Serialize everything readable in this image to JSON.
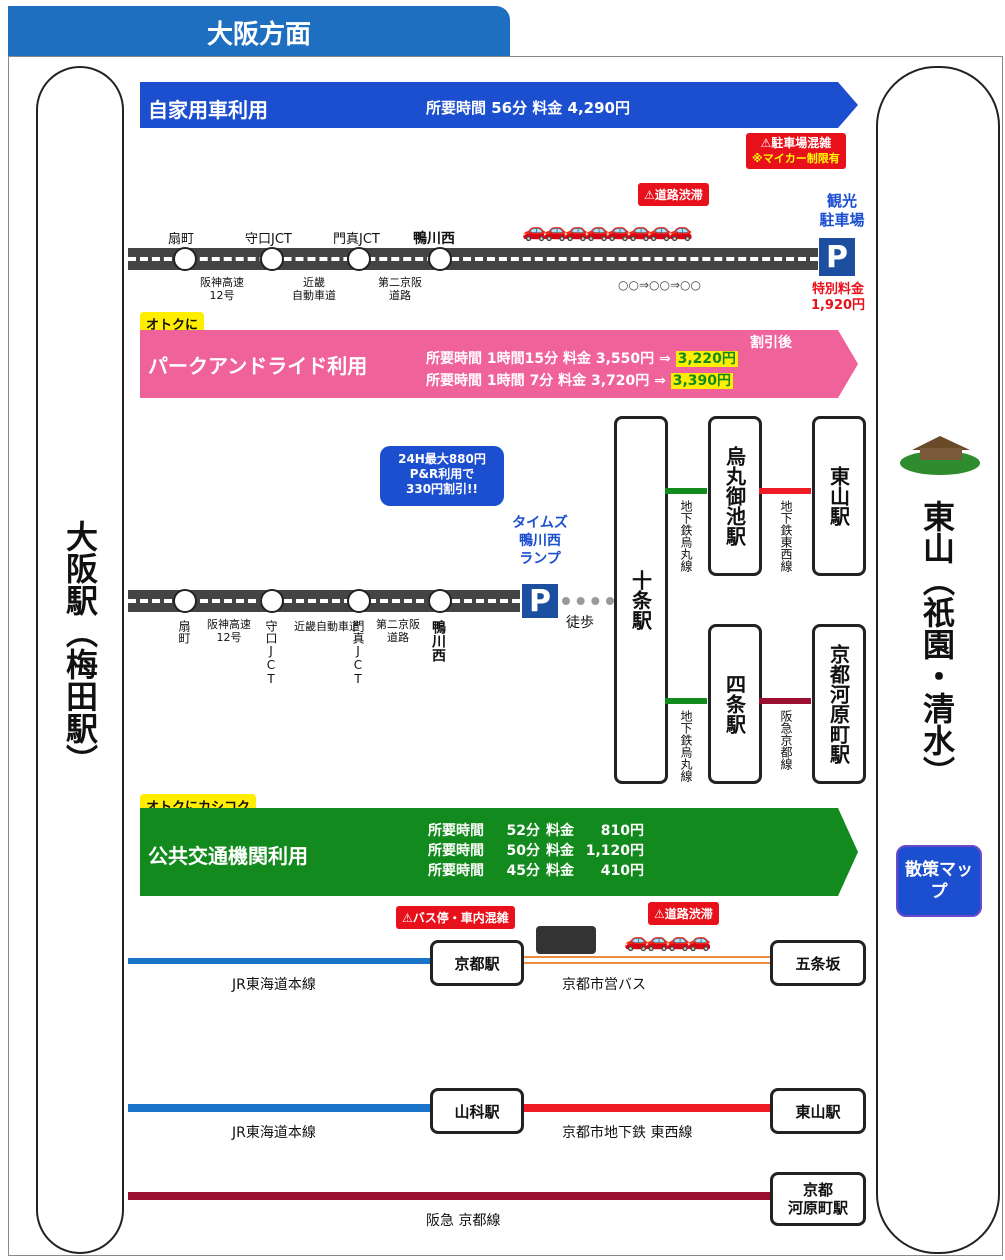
{
  "header": {
    "tab_title": "大阪方面"
  },
  "left_terminal": "大阪駅（梅田駅）",
  "right_terminal": "東山（祇園・清水）",
  "map_button": "散策マップ",
  "car": {
    "label": "自家用車利用",
    "summary": "所要時間 56分  料金 4,290円",
    "nodes": [
      "扇町",
      "守口JCT",
      "門真JCT",
      "鴨川西"
    ],
    "segments": [
      "阪神高速\n12号",
      "近畿\n自動車道",
      "第二京阪\n道路"
    ],
    "congestion_note": "道路渋滞",
    "parking_warning": "駐車場混雑",
    "parking_subwarning": "※マイカー制限有",
    "parking_name": "観光\n駐車場",
    "special_fee": "特別料金\n1,920円",
    "route_placeholder": "○○⇒○○⇒○○"
  },
  "park_ride": {
    "badge": "オトクに",
    "label": "パークアンドライド利用",
    "discount_header": "割引後",
    "rows": [
      {
        "text": "所要時間 1時間15分  料金 3,550円 ⇒",
        "after": "3,220円"
      },
      {
        "text": "所要時間 1時間  7分  料金 3,720円 ⇒",
        "after": "3,390円"
      }
    ],
    "bubble": "24H最大880円\nP&R利用で\n330円割引!!",
    "ramp": "タイムズ\n鴨川西\nランプ",
    "nodes": [
      "扇町",
      "守口JCT",
      "門真JCT",
      "鴨川西"
    ],
    "segments": [
      "阪神高速\n12号",
      "近畿自動車道",
      "第二京阪\n道路"
    ],
    "walk": "徒歩",
    "stations": {
      "jujo": "十条駅",
      "karasuma_oike": "烏丸御池駅",
      "higashiyama": "東山駅",
      "shijo": "四条駅",
      "kawaramachi": "京都河原町駅"
    },
    "lines": {
      "karasuma1": "地下鉄烏丸線",
      "tozai": "地下鉄東西線",
      "karasuma2": "地下鉄烏丸線",
      "hankyu": "阪急京都線"
    }
  },
  "transit": {
    "badge": "オトクにカシコク",
    "label": "公共交通機関利用",
    "rows": [
      {
        "time_label": "所要時間",
        "minutes": "52分",
        "fee_label": "料金",
        "fee": "810円"
      },
      {
        "time_label": "所要時間",
        "minutes": "50分",
        "fee_label": "料金",
        "fee": "1,120円"
      },
      {
        "time_label": "所要時間",
        "minutes": "45分",
        "fee_label": "料金",
        "fee": "410円"
      }
    ],
    "bus_warning": "バス停・車内混雑",
    "road_warning": "道路渋滞",
    "route1": {
      "line1": "JR東海道本線",
      "station": "京都駅",
      "line2": "京都市営バス",
      "end": "五条坂"
    },
    "route2": {
      "line1": "JR東海道本線",
      "station": "山科駅",
      "line2": "京都市地下鉄 東西線",
      "end": "東山駅"
    },
    "route3": {
      "line1": "阪急 京都線",
      "end": "京都\n河原町駅"
    }
  },
  "colors": {
    "blue": "#1c4fd0",
    "pink": "#f0629a",
    "green": "#138a1d",
    "red": "#e8101a",
    "jr": "#1a75c9",
    "tozai": "#ee1c25",
    "hankyu": "#9b1030",
    "bus": "#f08a3c"
  }
}
